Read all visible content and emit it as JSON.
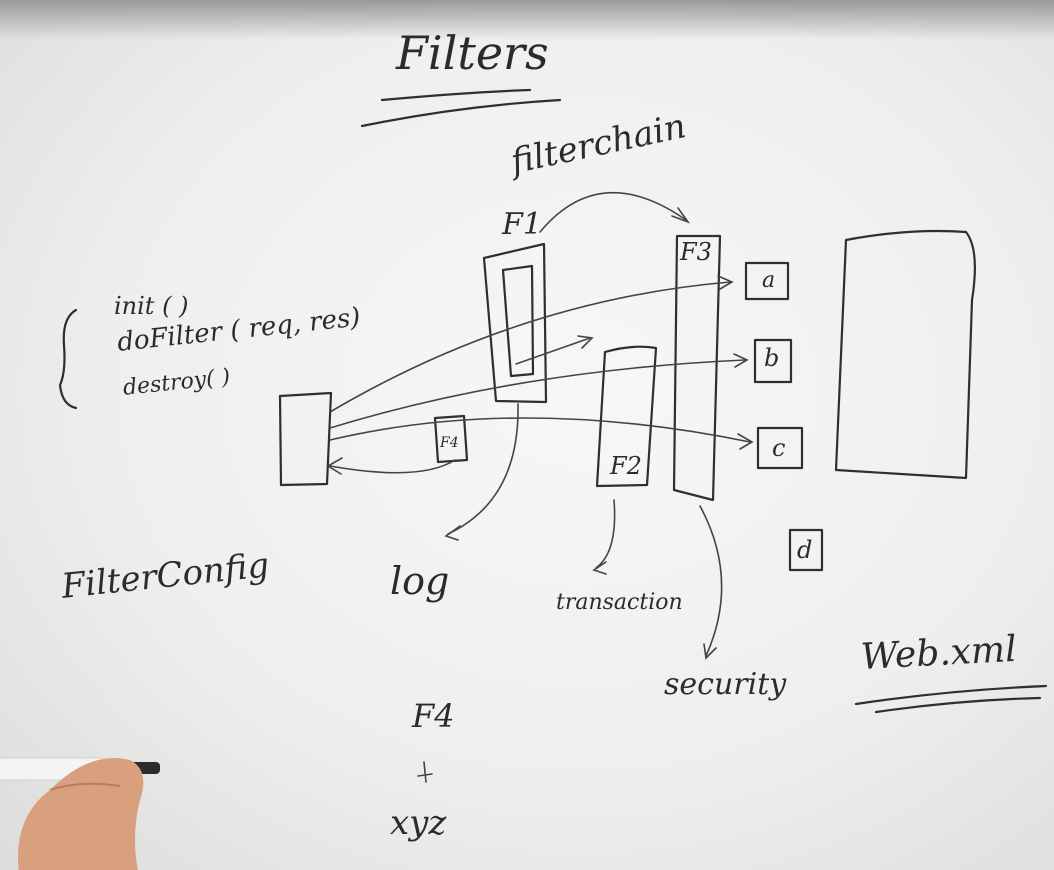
{
  "title": "Filters",
  "filterchain_label": "filterchain",
  "filter_methods": [
    "init ( )",
    "doFilter ( req, res)",
    "destroy( )"
  ],
  "filter_config_label": "FilterConfig",
  "boxes": {
    "f1": "F1",
    "f2": "F2",
    "f3": "F3",
    "f4_small": "F4"
  },
  "resources": [
    "a",
    "b",
    "c",
    "d"
  ],
  "roles": {
    "f1": "log",
    "f2": "transaction",
    "f3": "security",
    "f4": "F4",
    "f4_role": "xyz"
  },
  "web_xml_label": "Web.xml",
  "colors": {
    "board": "#efefed",
    "ink": "#2b2b2b"
  },
  "icons": [
    "marker-in-hand-icon"
  ]
}
